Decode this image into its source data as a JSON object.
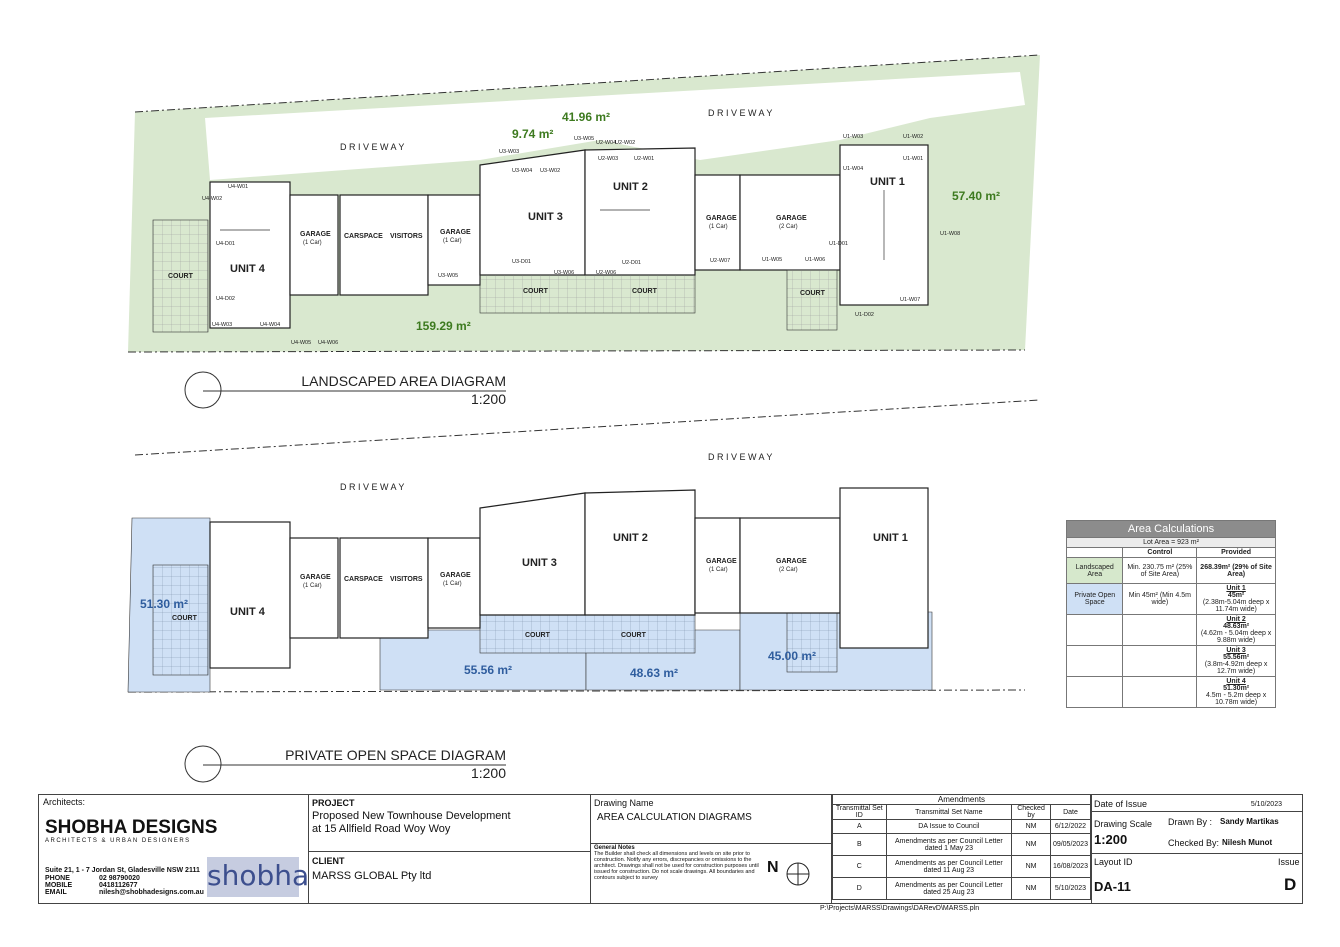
{
  "diagram1": {
    "title": "LANDSCAPED AREA DIAGRAM",
    "scale": "1:200",
    "areas": [
      "41.96 m²",
      "9.74 m²",
      "57.40 m²",
      "159.29 m²"
    ]
  },
  "diagram2": {
    "title": "PRIVATE OPEN SPACE DIAGRAM",
    "scale": "1:200",
    "areas": [
      "51.30 m²",
      "55.56 m²",
      "48.63 m²",
      "45.00 m²"
    ]
  },
  "plan": {
    "driveway": "D R I V E W A Y",
    "units": [
      "UNIT 1",
      "UNIT 2",
      "UNIT 3",
      "UNIT 4"
    ],
    "court": "COURT",
    "garage": "GARAGE",
    "garage_1": "(1 Car)",
    "garage_2": "(2 Car)",
    "carspace": "CARSPACE",
    "visitors": "VISITORS",
    "tags": [
      "U1-W03",
      "U1-W02",
      "U1-W04",
      "U1-W01",
      "U1-W08",
      "U1-W05",
      "U1-W06",
      "U1-D01",
      "U1-D02",
      "U1-W07",
      "U2-W04",
      "U2-W02",
      "U2-W03",
      "U2-W01",
      "U2-D01",
      "U2-W06",
      "U2-W07",
      "U3-W03",
      "U3-W05",
      "U3-W04",
      "U3-W02",
      "U3-D01",
      "U3-W06",
      "U3-W05",
      "U4-W01",
      "U4-W02",
      "U4-D01",
      "U4-D02",
      "U4-W03",
      "U4-W04",
      "U4-W05",
      "U4-W06"
    ]
  },
  "area_calc": {
    "title": "Area Calculations",
    "lot_area": "Lot Area = 923 m²",
    "col_control": "Control",
    "col_provided": "Provided",
    "rows": [
      {
        "label": "Landscaped Area",
        "control": "Min. 230.75 m² (25% of Site Area)",
        "provided": "268.39m² (29% of Site Area)"
      },
      {
        "label": "Private Open Space",
        "control": "Min 45m² (Min 4.5m wide)",
        "provided": ""
      }
    ],
    "units": [
      {
        "name": "Unit 1",
        "area": "45m²",
        "dims": "(2.38m-5.04m deep x 11.74m wide)"
      },
      {
        "name": "Unit 2",
        "area": "48.63m²",
        "dims": "(4.62m - 5.04m deep x 9.88m wide)"
      },
      {
        "name": "Unit 3",
        "area": "55.56m²",
        "dims": "(3.8m-4.92m deep x 12.7m wide)"
      },
      {
        "name": "Unit 4",
        "area": "51.30m²",
        "dims": "4.5m - 5.2m deep x 10.78m wide)"
      }
    ]
  },
  "titleblock": {
    "architects_label": "Architects:",
    "firm_name": "SHOBHA DESIGNS",
    "firm_tagline": "ARCHITECTS & URBAN DESIGNERS",
    "address": "Suite 21, 1 - 7 Jordan St, Gladesville NSW 2111",
    "phone_label": "PHONE",
    "phone": "02 98790020",
    "mobile_label": "MOBILE",
    "mobile": "0418112677",
    "email_label": "EMAIL",
    "email": "nilesh@shobhadesigns.com.au",
    "logo_text": "shobha",
    "project_label": "PROJECT",
    "project_line1": "Proposed New Townhouse Development",
    "project_line2": "at 15 Allfield Road Woy Woy",
    "client_label": "CLIENT",
    "client": "MARSS GLOBAL Pty ltd",
    "drawing_name_label": "Drawing Name",
    "drawing_name": "AREA CALCULATION DIAGRAMS",
    "general_notes_label": "General Notes",
    "general_notes": "The Builder shall check all dimensions and levels on site prior to construction. Notify any errors, discrepancies or omissions to the architect. Drawings shall not be used for construction purposes until issued for construction. Do not scale drawings. All boundaries and contours subject to survey",
    "north": "N",
    "amendments_label": "Amendments",
    "amend_headers": [
      "Transmittal Set ID",
      "Transmittal Set Name",
      "Checked by",
      "Date"
    ],
    "amendments": [
      {
        "id": "A",
        "name": "DA Issue to Council",
        "by": "NM",
        "date": "6/12/2022"
      },
      {
        "id": "B",
        "name": "Amendments as per Council Letter dated 1 May 23",
        "by": "NM",
        "date": "09/05/2023"
      },
      {
        "id": "C",
        "name": "Amendments as per Council Letter dated 11 Aug 23",
        "by": "NM",
        "date": "16/08/2023"
      },
      {
        "id": "D",
        "name": "Amendments as per Council Letter dated 25 Aug 23",
        "by": "NM",
        "date": "5/10/2023"
      }
    ],
    "date_of_issue_label": "Date of Issue",
    "date_of_issue": "5/10/2023",
    "drawing_scale_label": "Drawing Scale",
    "drawing_scale": "1:200",
    "drawn_by_label": "Drawn By :",
    "drawn_by": "Sandy  Martikas",
    "checked_by_label": "Checked By:",
    "checked_by": "Nilesh Munot",
    "layout_id_label": "Layout ID",
    "layout_id": "DA-11",
    "issue_label": "Issue",
    "issue": "D",
    "file_path": "P:\\Projects\\MARSS\\Drawings\\DARevD\\MARSS.pln"
  }
}
